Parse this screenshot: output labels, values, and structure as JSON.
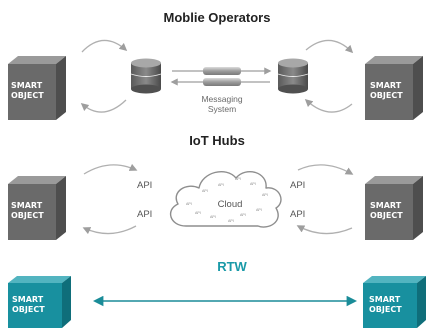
{
  "sections": {
    "mobile": {
      "title": "Moblie Operators",
      "system_label_line1": "Messaging",
      "system_label_line2": "System"
    },
    "iot": {
      "title": "IoT Hubs",
      "api_left_top": "API",
      "api_left_bottom": "API",
      "api_right_top": "API",
      "api_right_bottom": "API",
      "cloud_label": "Cloud",
      "cloud_api_tag": "API"
    },
    "rtw": {
      "title": "RTW"
    }
  },
  "cube": {
    "line1": "SMART",
    "line2": "OBJECT"
  },
  "colors": {
    "gray_front": "#6a6a6a",
    "gray_top": "#9a9a9a",
    "gray_side": "#4e4e4e",
    "teal_front": "#18909f",
    "teal_top": "#52b4c0",
    "teal_side": "#0f6e7a",
    "rtw_title": "#1a9aa8",
    "arrow_gray": "#b0b0b0",
    "arrow_teal": "#1a8c98"
  }
}
